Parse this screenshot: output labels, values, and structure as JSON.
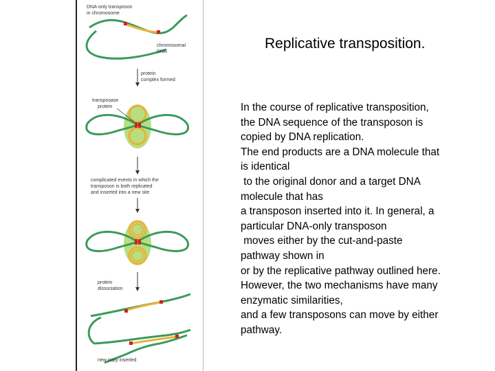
{
  "slide": {
    "title": "Replicative transposition.",
    "body_lines": [
      "In the course of replicative transposition,",
      "the DNA sequence of the transposon is",
      "copied by DNA replication.",
      "The end products are a DNA molecule that",
      "is identical",
      " to the original donor and a target DNA",
      "molecule that has",
      "a transposon inserted into it. In general, a",
      "particular DNA-only transposon",
      " moves either by the cut-and-paste",
      "pathway shown in",
      "or by the replicative pathway outlined here.",
      "However, the two mechanisms have many",
      "enzymatic similarities,",
      "and a few transposons can move by either",
      "pathway."
    ]
  },
  "figure": {
    "label_transposon_1": "DNA-only transposon",
    "label_transposon_2": "in chromosome",
    "label_chromosomal_1": "chromosomal",
    "label_chromosomal_2": "DNA",
    "label_protein_1": "protein",
    "label_protein_2": "complex formed",
    "label_transposase_1": "transposase",
    "label_transposase_2": "protein",
    "label_complicated_1": "complicated events in which the",
    "label_complicated_2": "transposon is both replicated",
    "label_complicated_3": "and inserted into a new site",
    "label_dissociation_1": "protein",
    "label_dissociation_2": "dissociation",
    "label_newcopy": "new copy inserted"
  },
  "colors": {
    "dna_green": "#3a9a5a",
    "transposon_yellow": "#e9b23a",
    "end_red": "#d42020",
    "protein_green": "#b8de80",
    "arrow": "#333333"
  }
}
